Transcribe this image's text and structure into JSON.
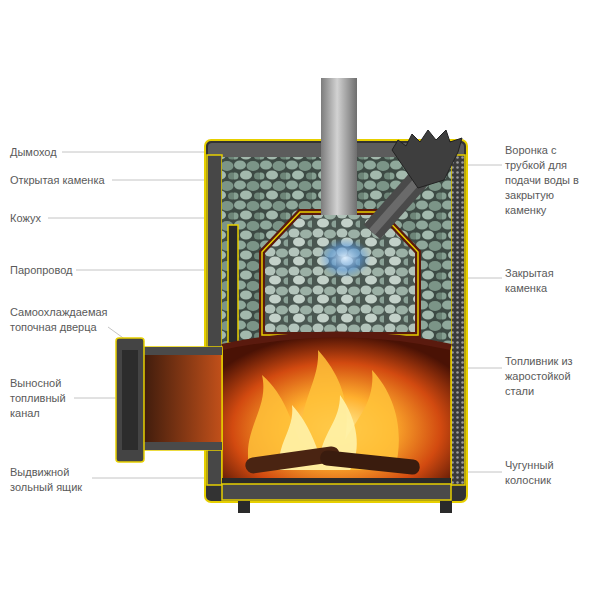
{
  "diagram": {
    "labels": [
      "Дымоход",
      "Открытая каменка",
      "Кожух",
      "Паропровод",
      "Самоохлаждаемая топочная дверца",
      "Выносной топливный канал",
      "Выдвижной зольный ящик",
      "Воронка с трубкой для подачи воды в закрытую каменку",
      "Закрытая каменка",
      "Топливник из жаростойкой стали",
      "Чугунный колосник"
    ]
  }
}
